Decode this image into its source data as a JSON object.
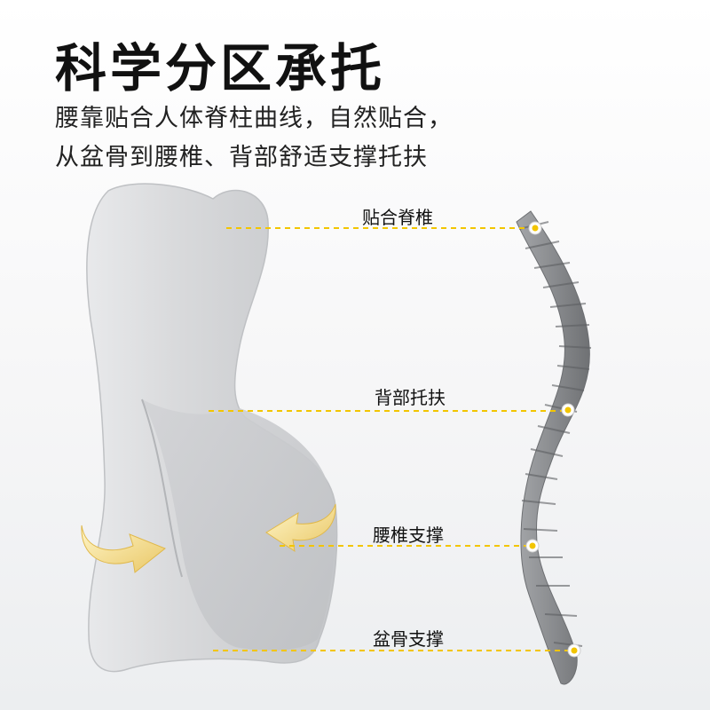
{
  "header": {
    "title": "科学分区承托",
    "subtitle_line1": "腰靠贴合人体脊柱曲线，自然贴合，",
    "subtitle_line2": "从盆骨到腰椎、背部舒适支撑托扶"
  },
  "callouts": [
    {
      "label": "贴合脊椎"
    },
    {
      "label": "背部托扶"
    },
    {
      "label": "腰椎支撑"
    },
    {
      "label": "盆骨支撑"
    }
  ],
  "colors": {
    "accent_yellow": "#f2c500",
    "cushion_gray": "#cfd1d4",
    "spine_gray": "#8e9093"
  }
}
